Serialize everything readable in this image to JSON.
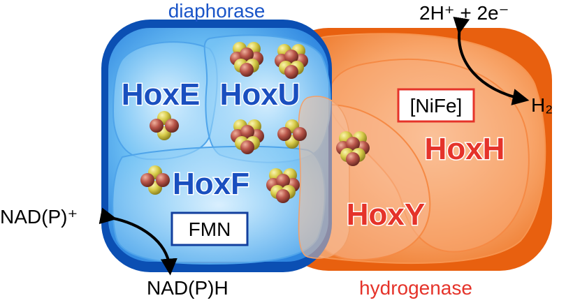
{
  "modules": {
    "diaphorase": {
      "label": "diaphorase",
      "color": "#1a55c8"
    },
    "hydrogenase": {
      "label": "hydrogenase",
      "color": "#e5332a"
    }
  },
  "subunits": {
    "hoxe": "HoxE",
    "hoxu": "HoxU",
    "hoxf": "HoxF",
    "hoxy": "HoxY",
    "hoxh": "HoxH"
  },
  "cofactors": {
    "fmn": "FMN",
    "nife": "[NiFe]"
  },
  "reactions": {
    "nad_oxidized": "NAD(P)⁺",
    "nad_reduced": "NAD(P)H",
    "protons": "2H⁺ + 2e⁻",
    "hydrogen": "H₂"
  },
  "colors": {
    "blue_dark": "#0b4fb3",
    "blue_light": "#6cc0f5",
    "orange_dark": "#e8600f",
    "orange_light": "#f8a56a",
    "red_text": "#e5332a",
    "cluster_yellow": "#d8cc4a",
    "cluster_red": "#b9564a"
  }
}
